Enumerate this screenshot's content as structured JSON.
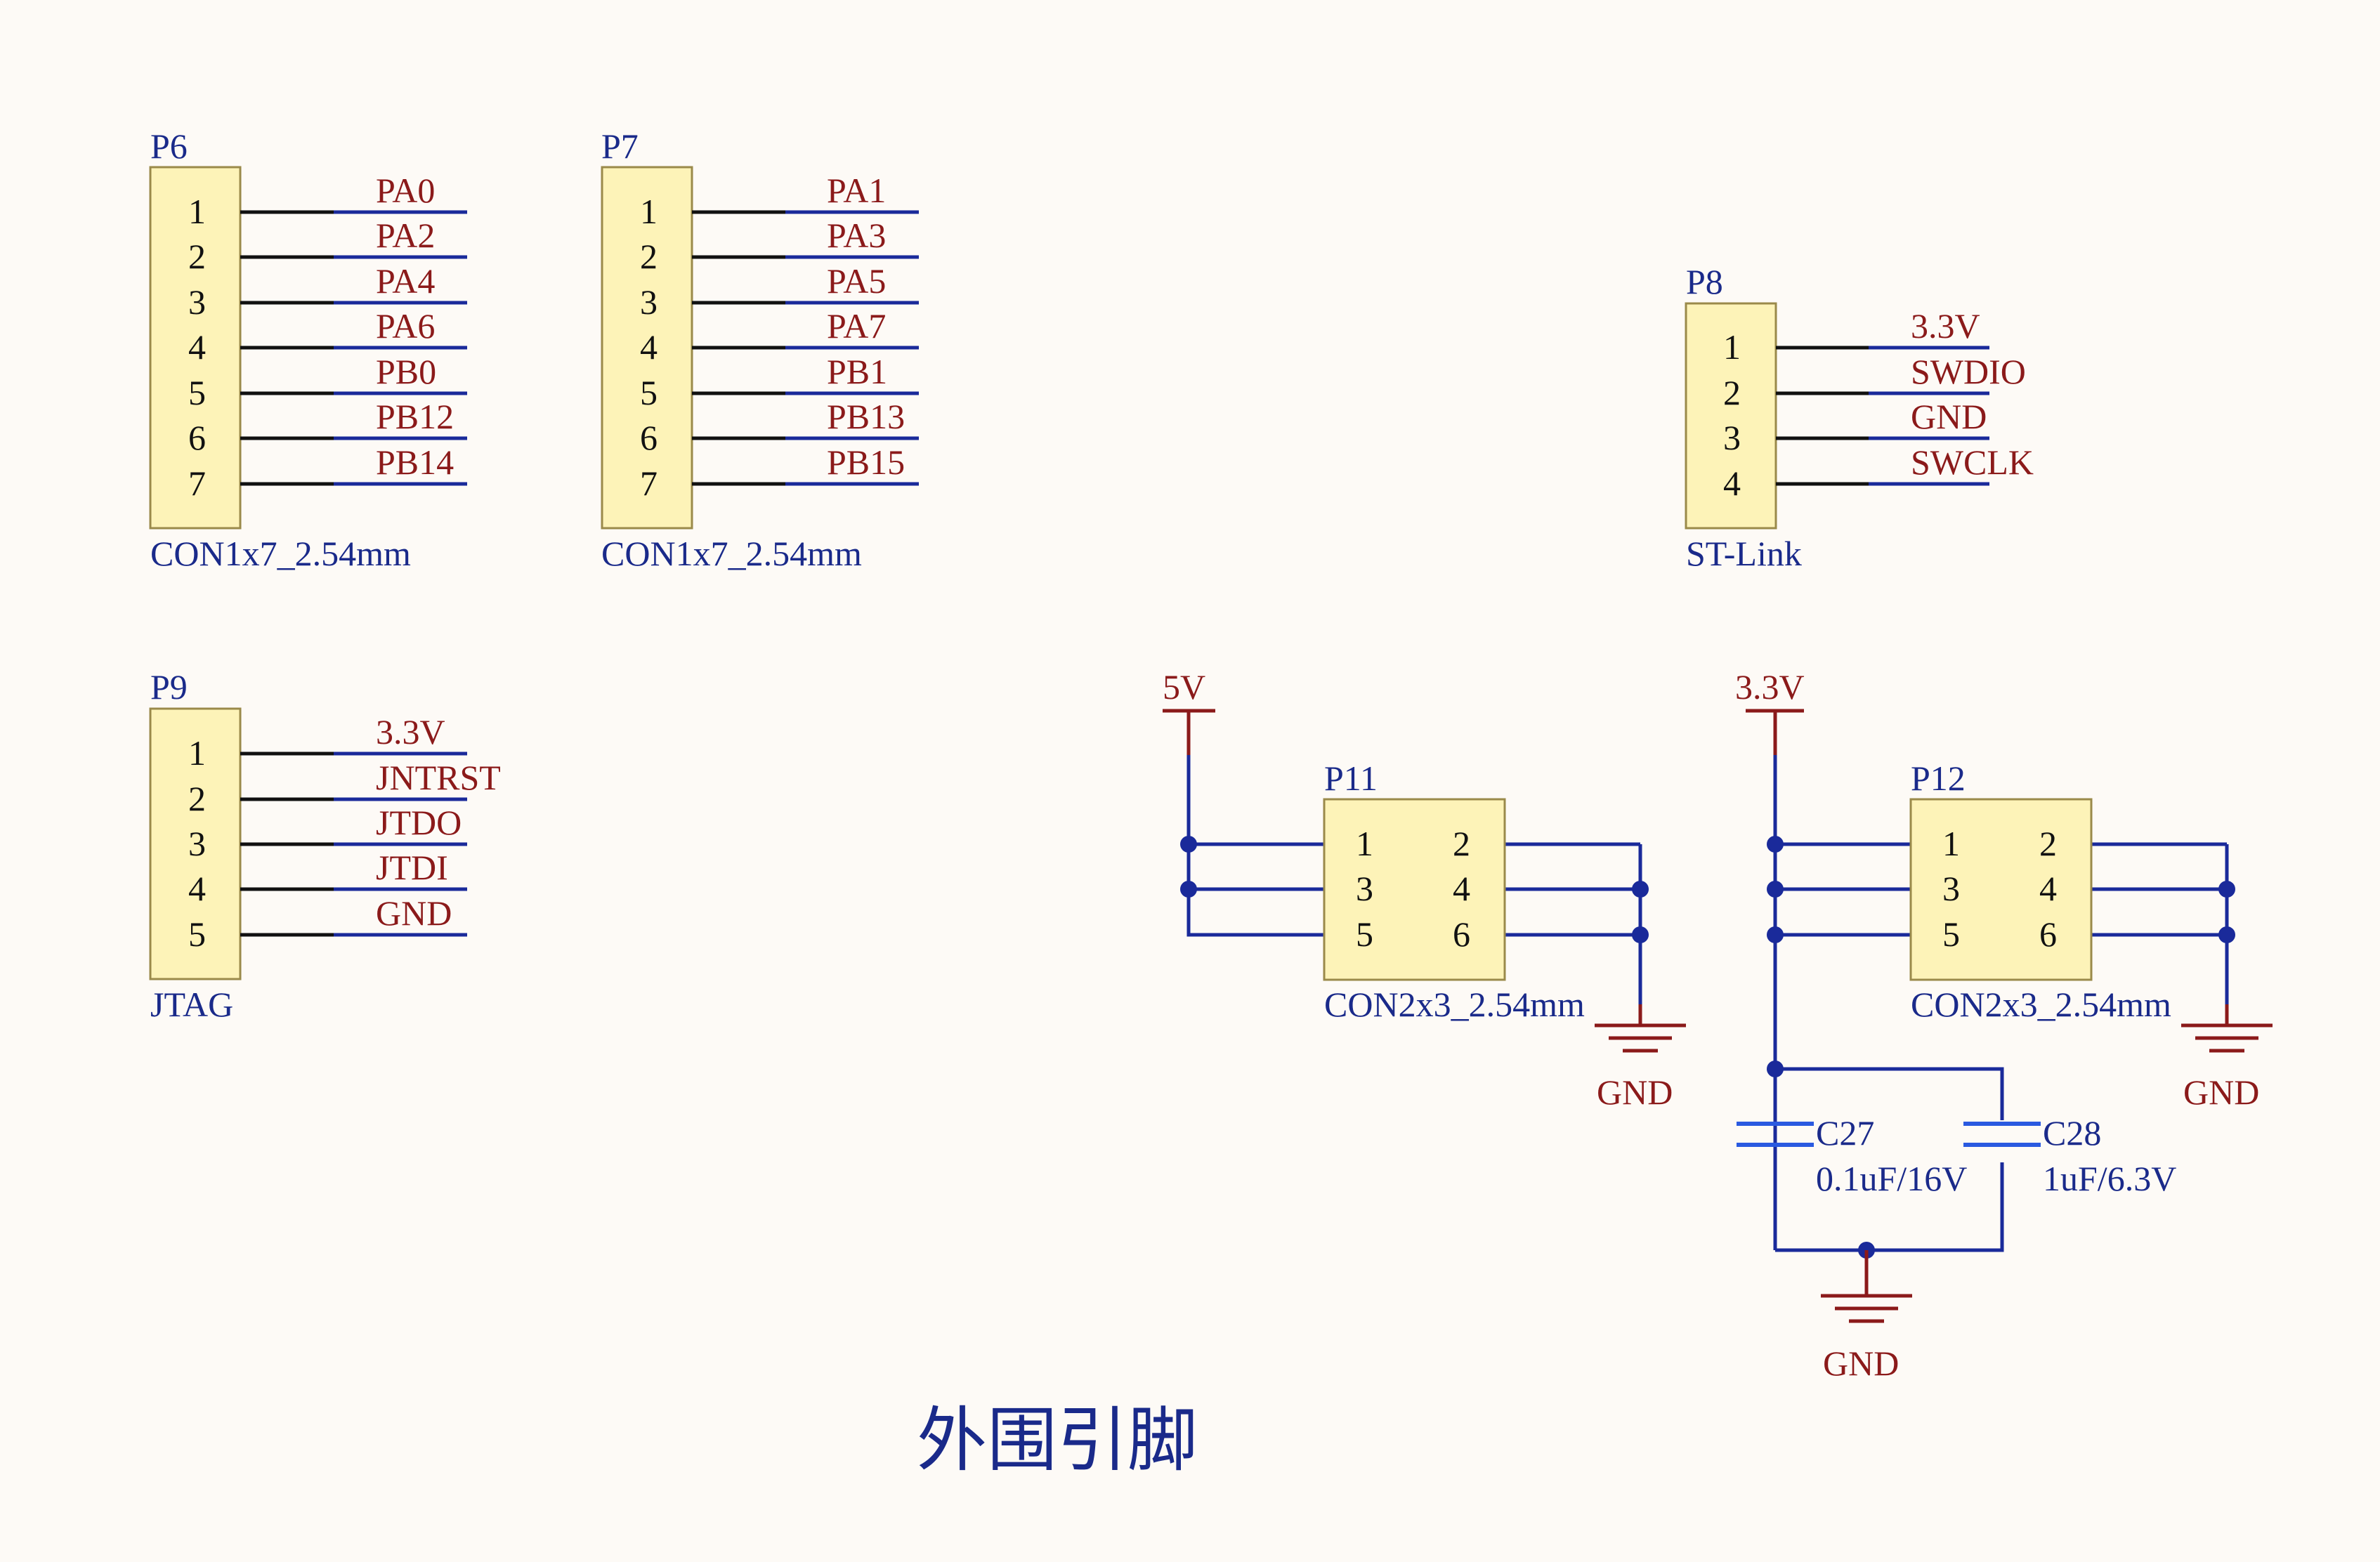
{
  "connectors": {
    "p6": {
      "ref": "P6",
      "value": "CON1x7_2.54mm",
      "pins": [
        "1",
        "2",
        "3",
        "4",
        "5",
        "6",
        "7"
      ],
      "nets": [
        "PA0",
        "PA2",
        "PA4",
        "PA6",
        "PB0",
        "PB12",
        "PB14"
      ]
    },
    "p7": {
      "ref": "P7",
      "value": "CON1x7_2.54mm",
      "pins": [
        "1",
        "2",
        "3",
        "4",
        "5",
        "6",
        "7"
      ],
      "nets": [
        "PA1",
        "PA3",
        "PA5",
        "PA7",
        "PB1",
        "PB13",
        "PB15"
      ]
    },
    "p8": {
      "ref": "P8",
      "value": "ST-Link",
      "pins": [
        "1",
        "2",
        "3",
        "4"
      ],
      "nets": [
        "3.3V",
        "SWDIO",
        "GND",
        "SWCLK"
      ]
    },
    "p9": {
      "ref": "P9",
      "value": "JTAG",
      "pins": [
        "1",
        "2",
        "3",
        "4",
        "5"
      ],
      "nets": [
        "3.3V",
        "JNTRST",
        "JTDO",
        "JTDI",
        "GND"
      ]
    },
    "p11": {
      "ref": "P11",
      "value": "CON2x3_2.54mm",
      "pins": [
        "1",
        "2",
        "3",
        "4",
        "5",
        "6"
      ]
    },
    "p12": {
      "ref": "P12",
      "value": "CON2x3_2.54mm",
      "pins": [
        "1",
        "2",
        "3",
        "4",
        "5",
        "6"
      ]
    }
  },
  "power": {
    "v5": "5V",
    "v33": "3.3V",
    "gnd": "GND"
  },
  "capacitors": {
    "c27": {
      "ref": "C27",
      "value": "0.1uF/16V"
    },
    "c28": {
      "ref": "C28",
      "value": "1uF/6.3V"
    }
  },
  "title": "外围引脚",
  "colors": {
    "net": "#8b1a1a",
    "wire": "#1a2a9a",
    "body": "#fdf3b8",
    "ref": "#1a2a8a"
  }
}
